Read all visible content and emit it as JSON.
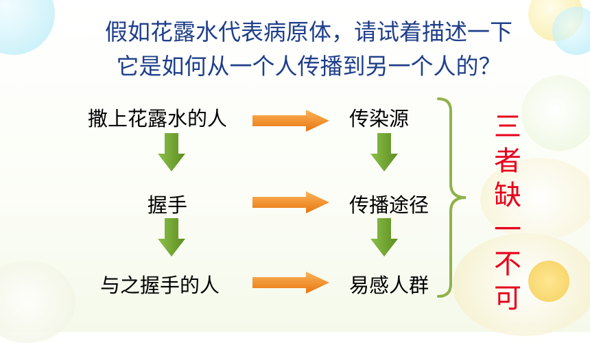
{
  "title": {
    "line1": "假如花露水代表病原体，请试着描述一下",
    "line2": "它是如何从一个人传播到另一个人的？"
  },
  "left_column": [
    "撒上花露水的人",
    "握手",
    "与之握手的人"
  ],
  "right_column": [
    "传染源",
    "传播途径",
    "易感人群"
  ],
  "side_note": [
    "三",
    "者",
    "缺",
    "一",
    "不",
    "可"
  ],
  "colors": {
    "title": "#1f3f8a",
    "side_note": "#e8001b",
    "arrow_right": "#f08a1e",
    "arrow_down": "#6a9a27",
    "brace": "#8fb24a"
  }
}
